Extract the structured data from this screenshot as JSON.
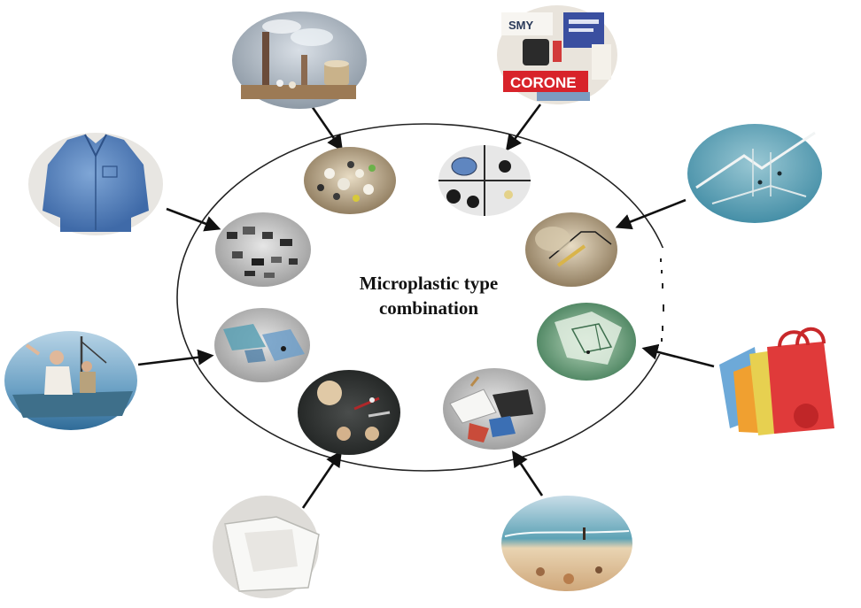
{
  "center_label": {
    "line1": "Microplastic type",
    "line2": "combination"
  },
  "photo_image_texts": {
    "banner": "CORONE",
    "sign": "SMY"
  },
  "colors": {
    "ring": "#222222",
    "arrow": "#111111",
    "background": "#ffffff"
  },
  "sources": [
    {
      "name": "industrial-smokestacks-photo"
    },
    {
      "name": "cosmetics-display-photo"
    },
    {
      "name": "blue-shirt-photo"
    },
    {
      "name": "aquaculture-nets-photo"
    },
    {
      "name": "boat-fishing-photo"
    },
    {
      "name": "plastic-bags-photo"
    },
    {
      "name": "white-container-photo"
    },
    {
      "name": "beach-photo"
    }
  ],
  "microplastic_types": [
    {
      "name": "mixed-granules-photo"
    },
    {
      "name": "beads-photo"
    },
    {
      "name": "fibers-fragments-photo"
    },
    {
      "name": "fragment-photo"
    },
    {
      "name": "films-photo"
    },
    {
      "name": "foam-film-photo"
    },
    {
      "name": "pellets-photo"
    },
    {
      "name": "fragments-mix-photo"
    }
  ]
}
